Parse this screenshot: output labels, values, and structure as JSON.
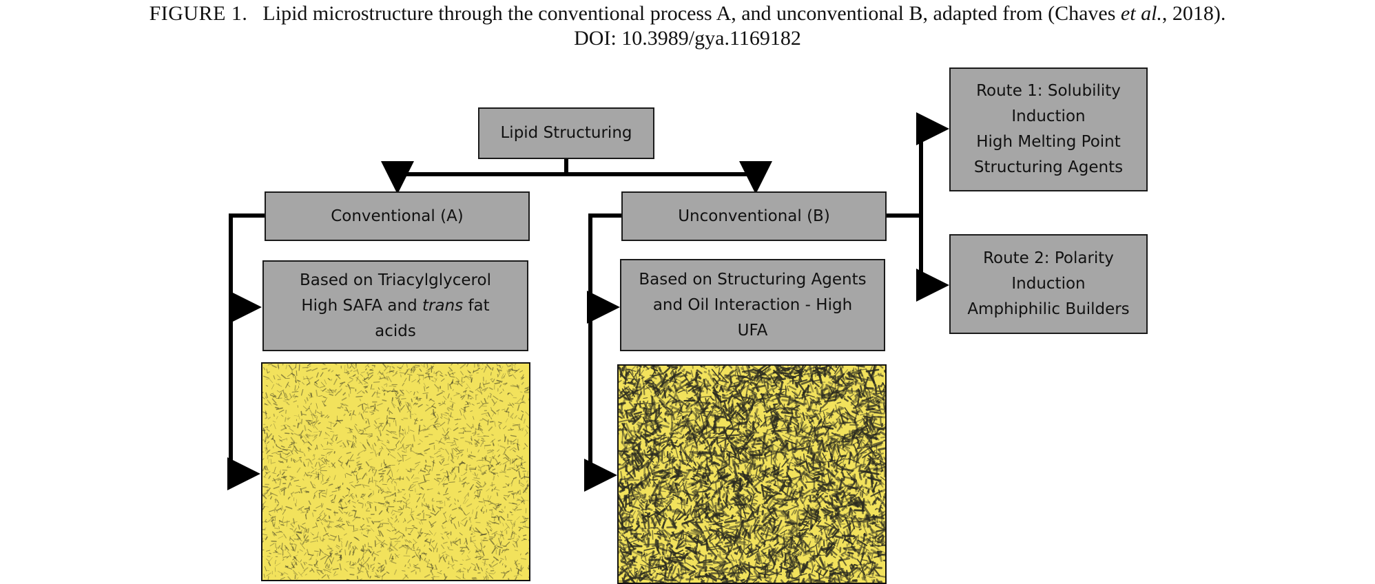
{
  "caption": {
    "figure_label": "FIGURE 1.",
    "text_before": "Lipid microstructure through the conventional process A, and unconventional B, adapted from (Chaves ",
    "et_al": "et al.",
    "text_after": ", 2018).",
    "doi": "DOI: 10.3989/gya.1169182"
  },
  "diagram": {
    "root": "Lipid Structuring",
    "conventional": {
      "title": "Conventional (A)",
      "basis_line1": "Based on Triacylglycerol",
      "basis_line2_pre": "High SAFA and ",
      "basis_line2_em": "trans",
      "basis_line2_post": " fat",
      "basis_line3": "acids"
    },
    "unconventional": {
      "title": "Unconventional (B)",
      "basis_line1": "Based on Structuring Agents",
      "basis_line2": "and Oil Interaction - High",
      "basis_line3": "UFA"
    },
    "route1": {
      "line1": "Route 1: Solubility",
      "line2": "Induction",
      "line3": "High Melting Point",
      "line4": "Structuring Agents"
    },
    "route2": {
      "line1": "Route 2: Polarity",
      "line2": "Induction",
      "line3": "Amphiphilic Builders"
    }
  },
  "colors": {
    "box_fill": "#a6a6a6",
    "micro_yellow": "#f2e25c",
    "micro_dark": "#2b2b20"
  }
}
